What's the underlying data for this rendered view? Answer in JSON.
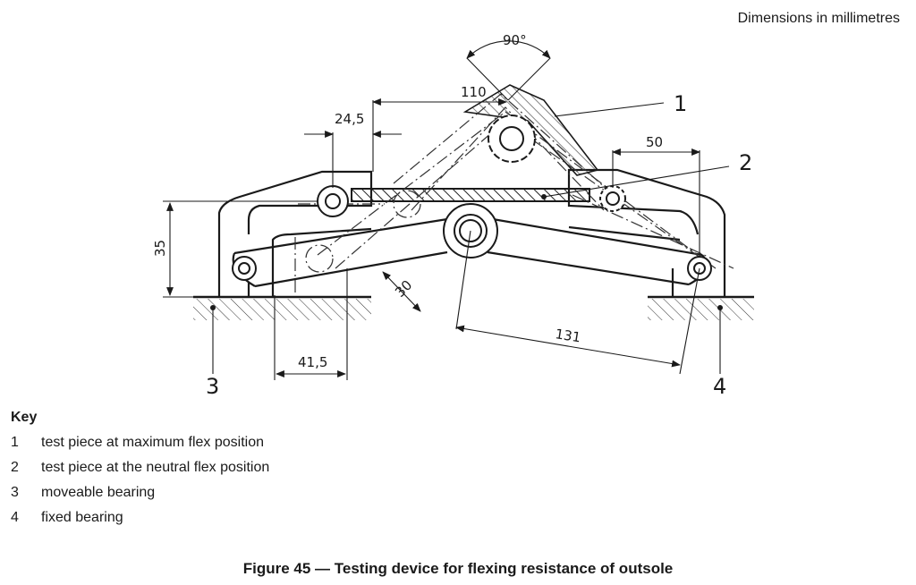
{
  "units_note": "Dimensions in millimetres",
  "dimensions": {
    "angle": "90°",
    "d110": "110",
    "d24_5": "24,5",
    "d50": "50",
    "d35": "35",
    "d30": "30",
    "d131": "131",
    "d41_5": "41,5"
  },
  "callouts": [
    "1",
    "2",
    "3",
    "4"
  ],
  "key": {
    "title": "Key",
    "items": [
      {
        "num": "1",
        "text": "test piece at maximum flex position"
      },
      {
        "num": "2",
        "text": "test piece at the neutral flex position"
      },
      {
        "num": "3",
        "text": "moveable bearing"
      },
      {
        "num": "4",
        "text": "fixed bearing"
      }
    ]
  },
  "caption": "Figure 45 — Testing device for flexing resistance of outsole"
}
